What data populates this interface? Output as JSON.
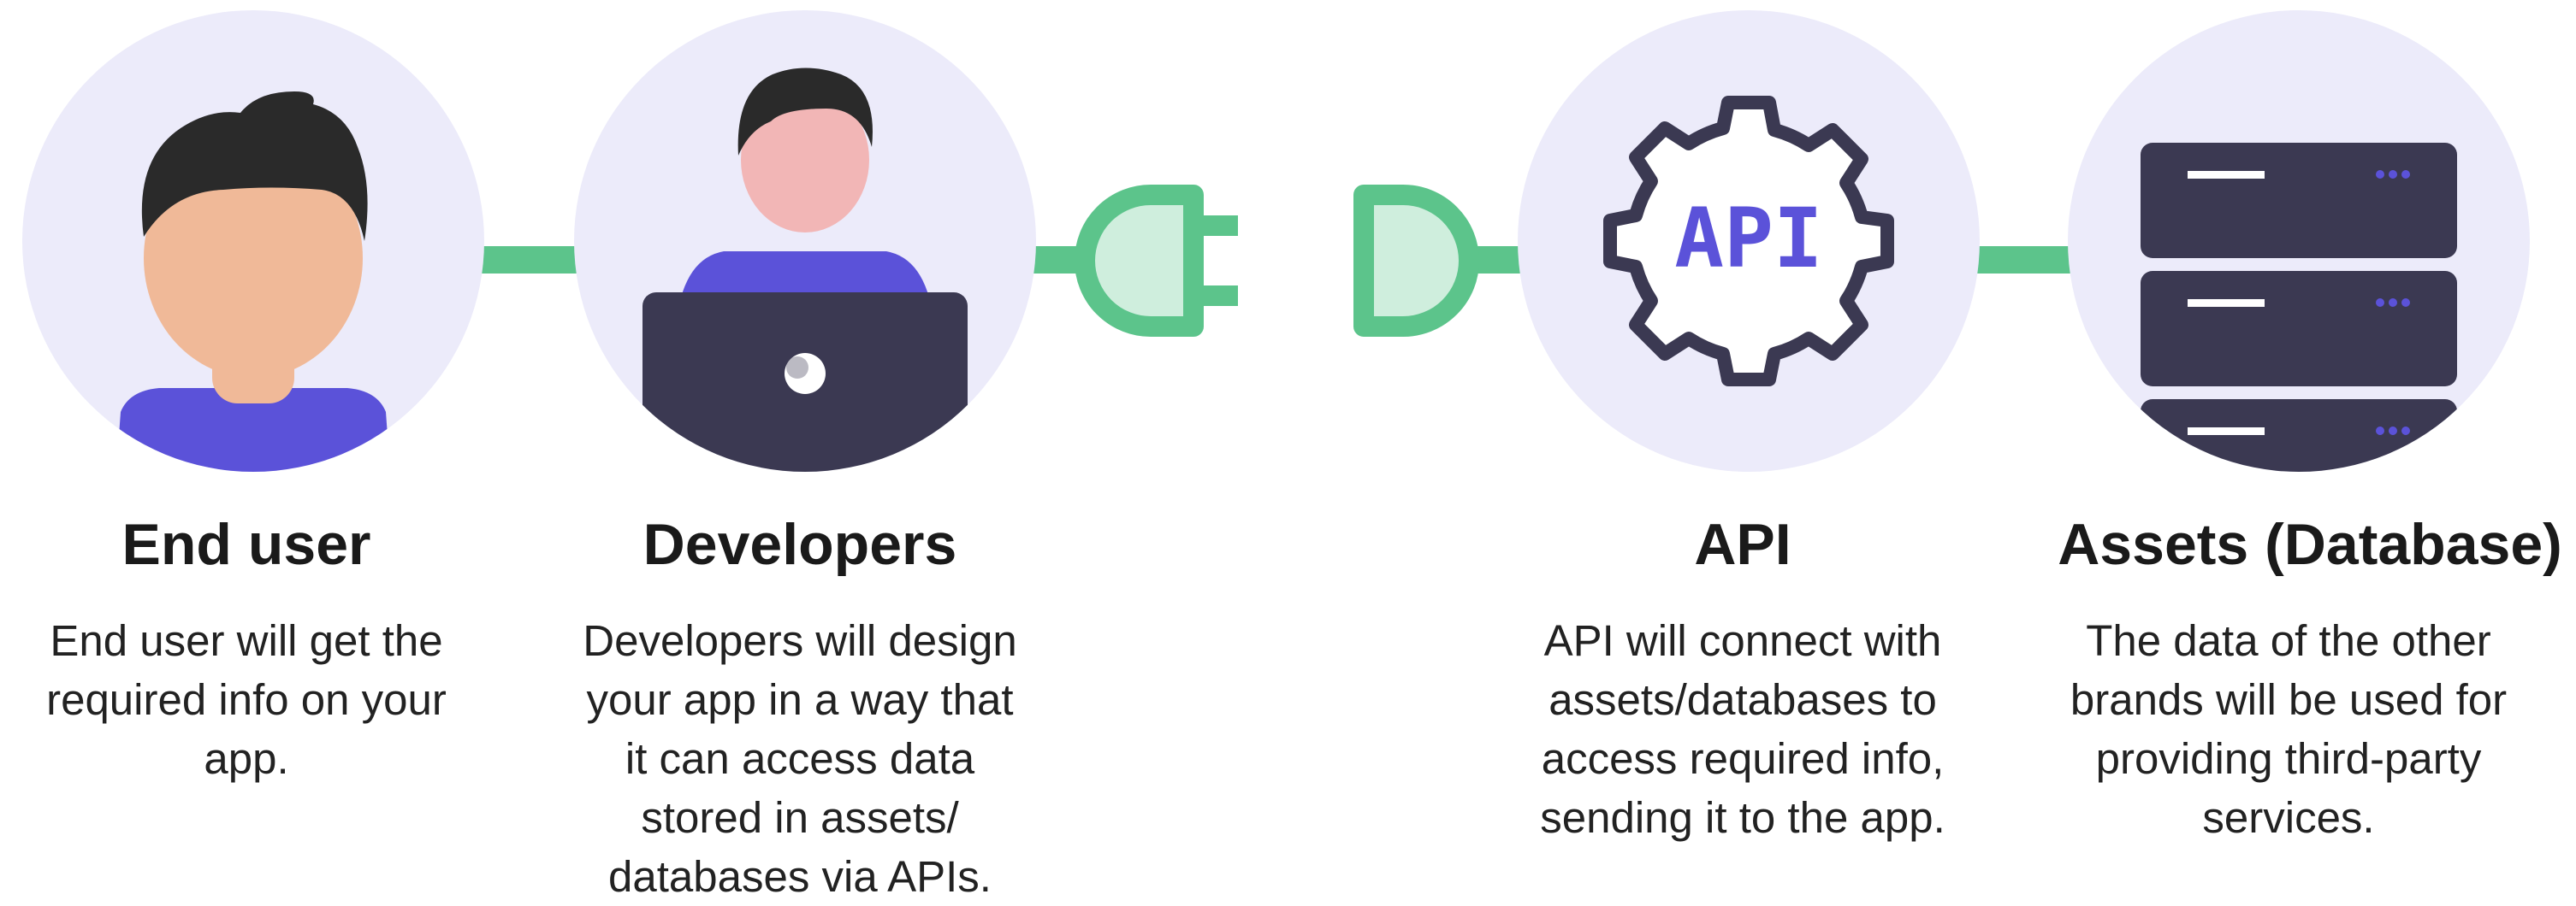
{
  "nodes": [
    {
      "title": "End user",
      "desc_lines": [
        "End user will get the",
        "required info on your",
        "app."
      ]
    },
    {
      "title": "Developers",
      "desc_lines": [
        "Developers will design",
        "your app in a way that",
        "it can access data",
        "stored in assets/",
        "databases via APIs."
      ]
    },
    {
      "title": "API",
      "icon_text": "API",
      "desc_lines": [
        "API will connect with",
        "assets/databases to",
        "access required info,",
        "sending it to the app."
      ]
    },
    {
      "title": "Assets (Database)",
      "desc_lines": [
        "The data of the other",
        "brands will be used for",
        "providing third-party",
        "services."
      ]
    }
  ],
  "icons": [
    "person-icon",
    "developer-laptop-icon",
    "plug-icon",
    "socket-icon",
    "api-gear-icon",
    "server-database-icon"
  ],
  "colors": {
    "circle_bg": "#ecebfa",
    "connector": "#5cc48b",
    "plug_fill": "#cfeedd",
    "accent_purple": "#5b52d9",
    "dark_navy": "#3b3952",
    "skin": "#f0b998",
    "skin_pink": "#f2b6b6",
    "hair": "#2a2a2a"
  }
}
